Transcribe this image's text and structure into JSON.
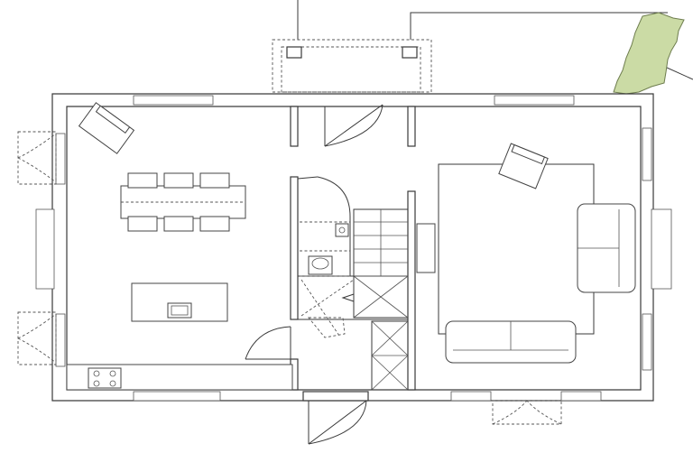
{
  "plan": {
    "rooms": [
      "kitchen-dining",
      "hall",
      "stairs",
      "wc",
      "living-room"
    ],
    "furniture_icons": [
      "dining-table-icon",
      "chair-icon",
      "kitchen-island-icon",
      "sink-icon",
      "hob-icon",
      "armchair-icon",
      "sofa-icon",
      "wc-toilet-icon",
      "basin-icon",
      "tree-icon"
    ],
    "colors": {
      "walls": "#3a3a3a",
      "tree_fill": "#cbdba5",
      "background": "#ffffff"
    }
  }
}
